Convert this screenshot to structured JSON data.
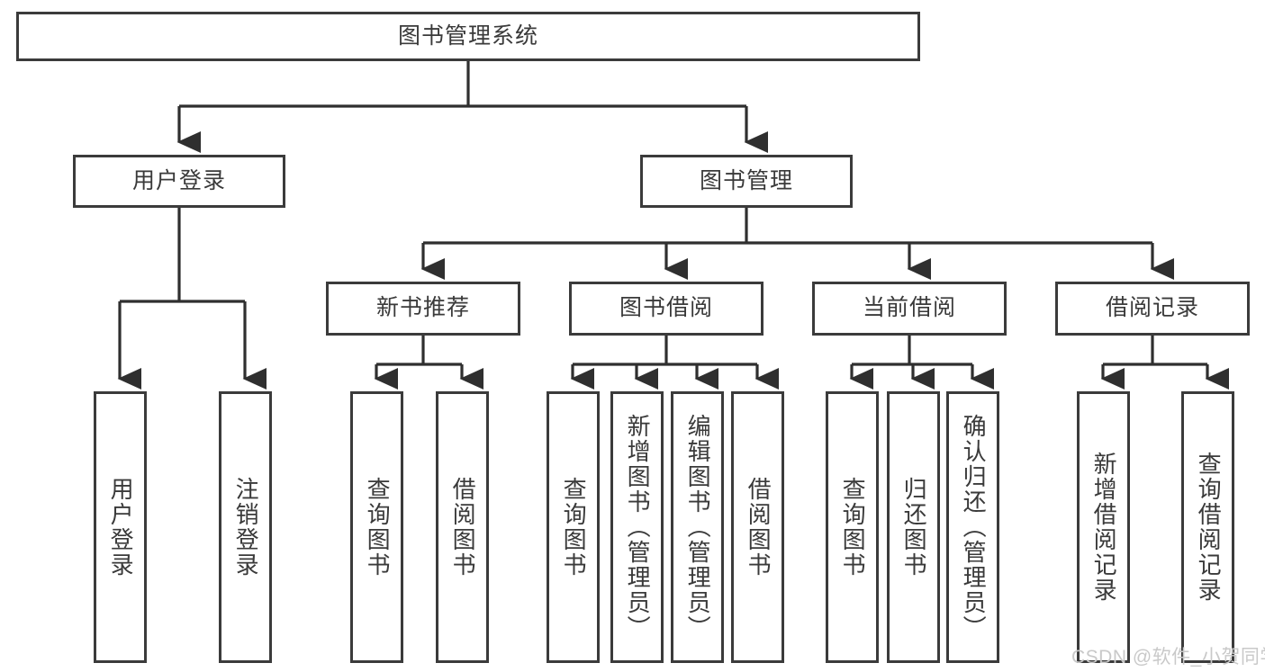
{
  "diagram": {
    "title": "图书管理系统",
    "type": "tree-hierarchy",
    "watermark": "CSDN @软件_小贺同学",
    "colors": {
      "border": "#3b3b3b",
      "text": "#3a3a3a",
      "background": "#ffffff",
      "watermark": "#c9c9c9"
    },
    "nodes": {
      "root": {
        "label": "图书管理系统"
      },
      "level1": [
        {
          "label": "用户登录"
        },
        {
          "label": "图书管理"
        }
      ],
      "level2": [
        {
          "label": "新书推荐"
        },
        {
          "label": "图书借阅"
        },
        {
          "label": "当前借阅"
        },
        {
          "label": "借阅记录"
        }
      ],
      "leaves": {
        "user_login": [
          {
            "label": "用户登录"
          },
          {
            "label": "注销登录"
          }
        ],
        "new_book_recommend": [
          {
            "label": "查询图书"
          },
          {
            "label": "借阅图书"
          }
        ],
        "book_borrow": [
          {
            "label": "查询图书"
          },
          {
            "label": "新增图书（管理员）"
          },
          {
            "label": "编辑图书（管理员）"
          },
          {
            "label": "借阅图书"
          }
        ],
        "current_borrow": [
          {
            "label": "查询图书"
          },
          {
            "label": "归还图书"
          },
          {
            "label": "确认归还（管理员）"
          }
        ],
        "borrow_records": [
          {
            "label": "新增借阅记录"
          },
          {
            "label": "查询借阅记录"
          }
        ]
      }
    }
  }
}
